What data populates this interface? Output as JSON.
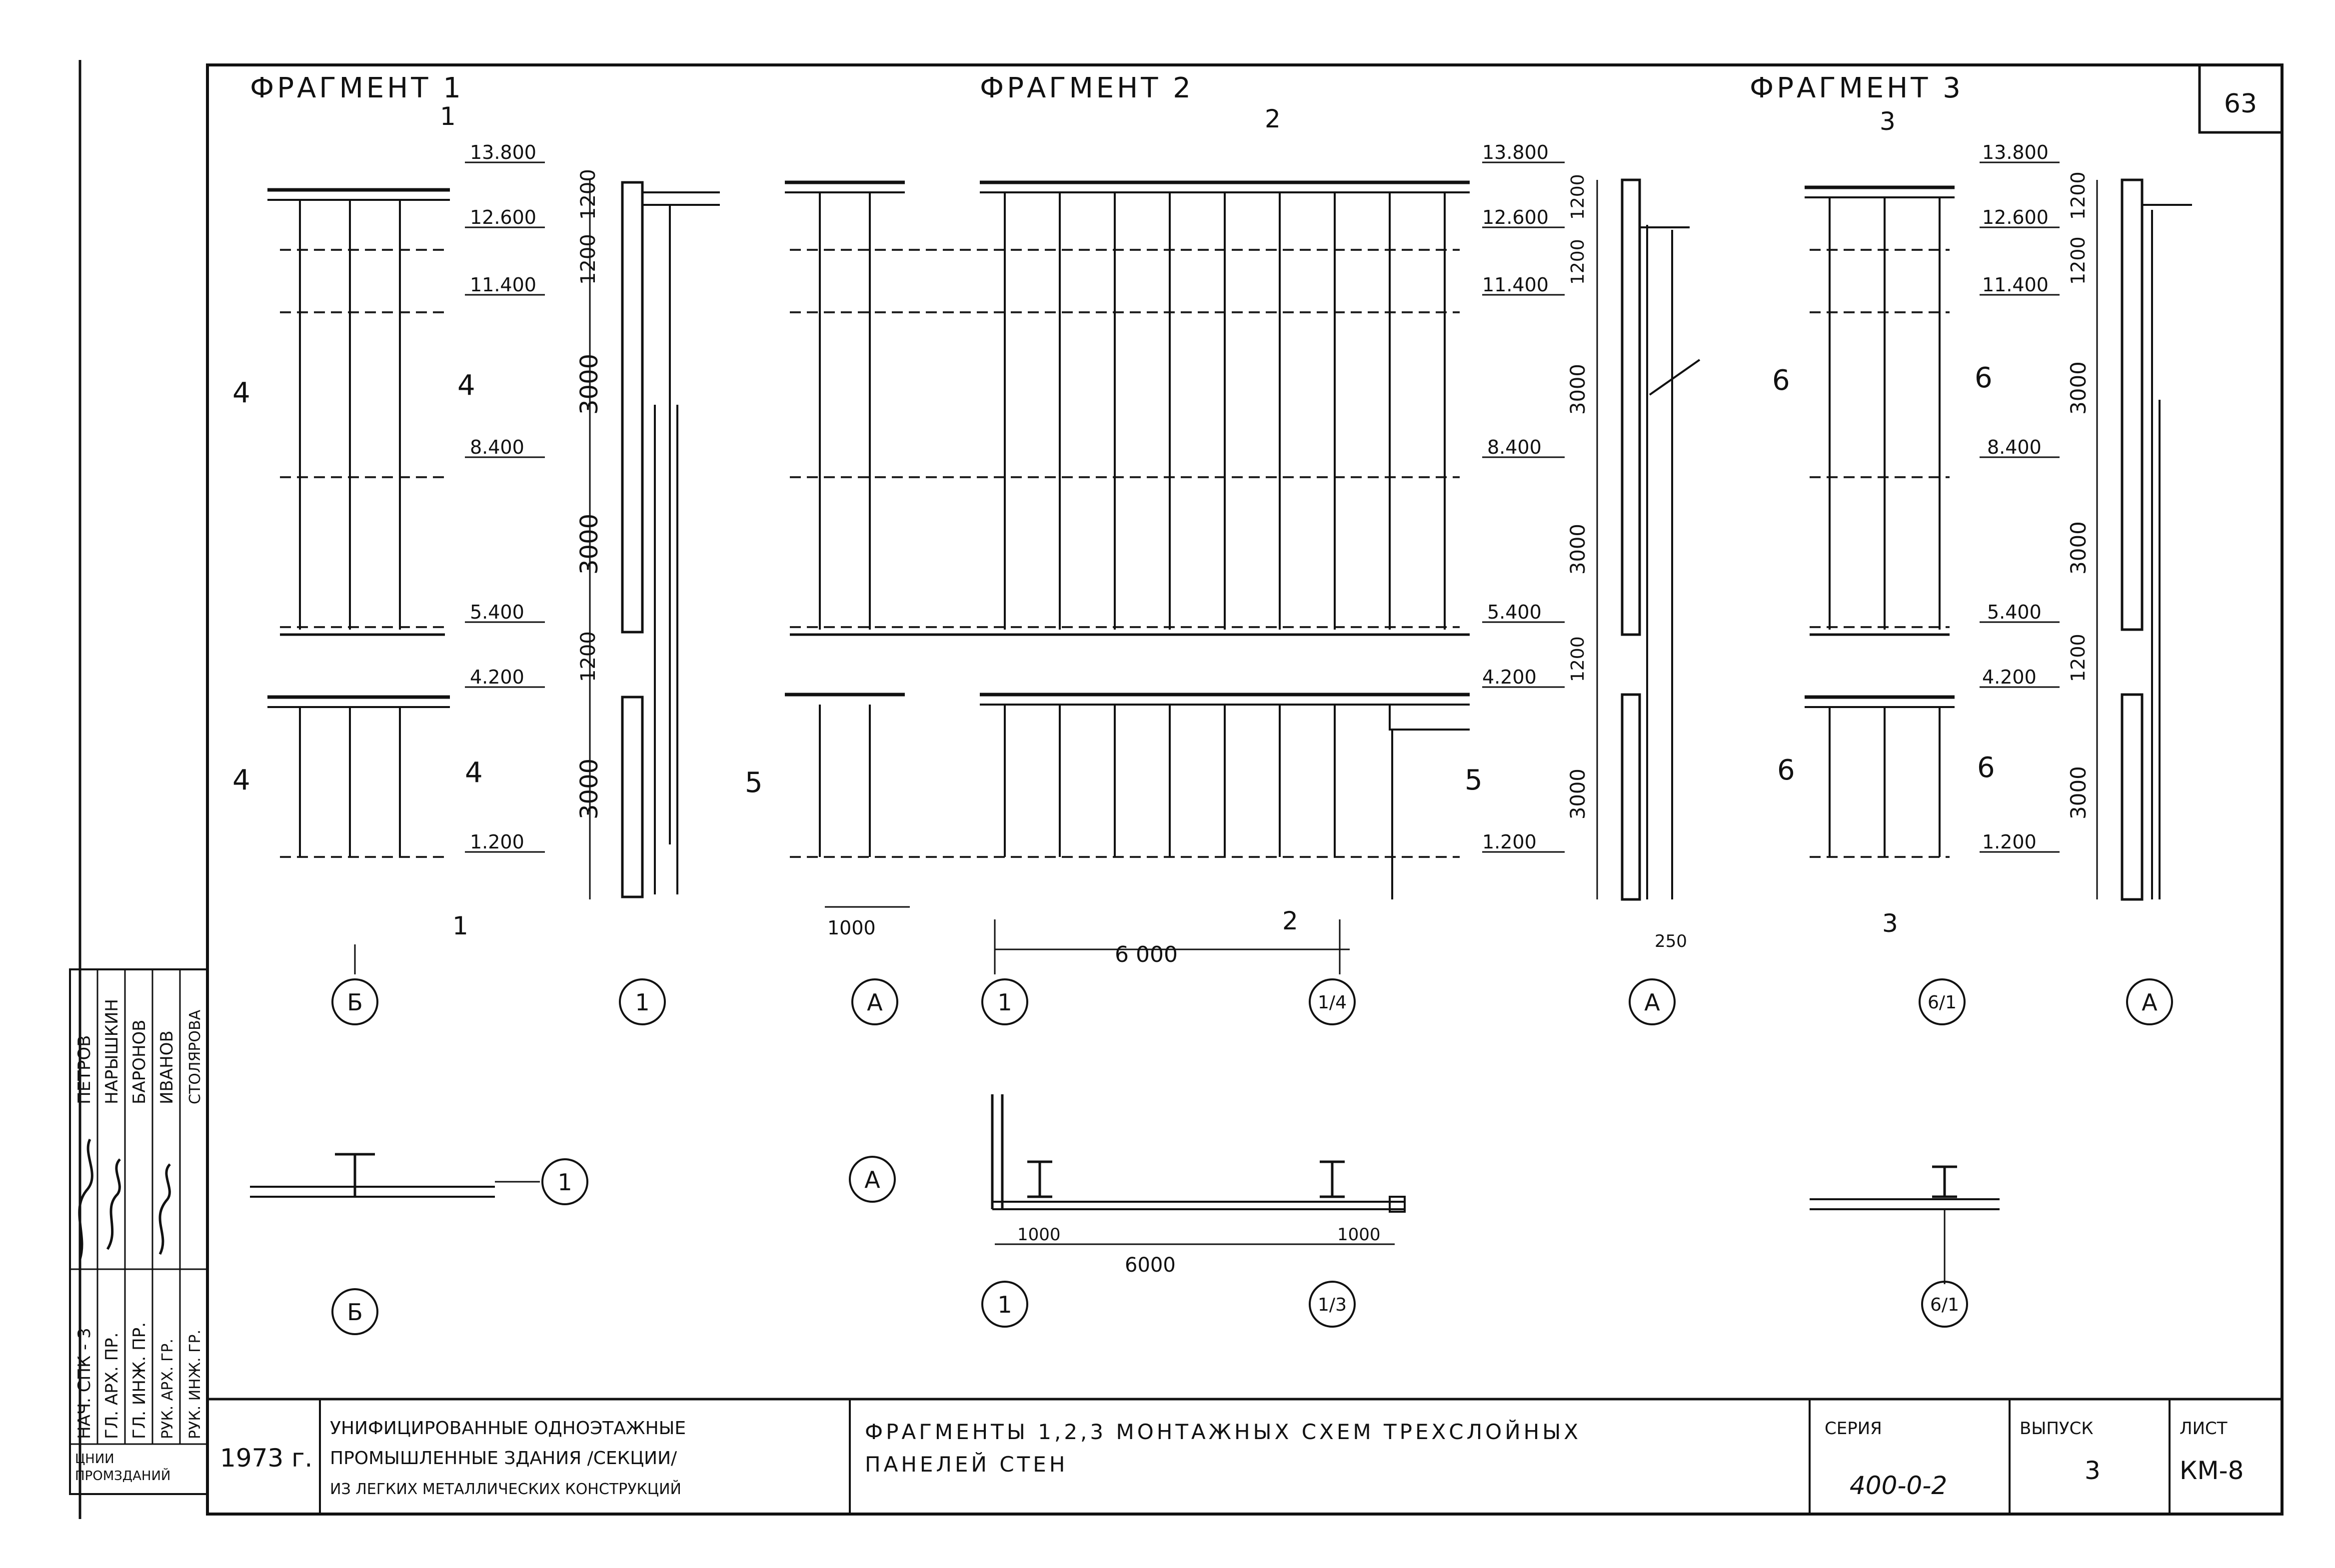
{
  "sheet_number": "63",
  "fragments": [
    {
      "title": "ФРАГМЕНТ 1",
      "section_mark": "1",
      "marks_upper": "4",
      "marks_lower": "4",
      "levels": [
        "13.800",
        "12.600",
        "11.400",
        "8.400",
        "5.400",
        "4.200",
        "1.200"
      ],
      "spans": [
        "1200",
        "1200",
        "3000",
        "3000",
        "1200",
        "3000"
      ],
      "axes": [
        "Б",
        "1",
        "А"
      ],
      "plan_axes": [
        "1",
        "Б"
      ]
    },
    {
      "title": "ФРАГМЕНТ 2",
      "section_mark": "2",
      "marks_lower": "5",
      "levels": [
        "13.800",
        "12.600",
        "11.400",
        "8.400",
        "5.400",
        "4.200",
        "1.200"
      ],
      "spans": [
        "1200",
        "1200",
        "3000",
        "3000",
        "1200",
        "3000"
      ],
      "dims": [
        "1000",
        "6 000",
        "250"
      ],
      "axes": [
        "1",
        "1/4",
        "А"
      ],
      "plan_axes": [
        "А",
        "1",
        "1/3"
      ],
      "plan_dims": [
        "1000",
        "6000",
        "1000"
      ]
    },
    {
      "title": "ФРАГМЕНТ 3",
      "section_mark": "3",
      "marks_upper": "6",
      "marks_lower": "6",
      "levels": [
        "13.800",
        "12.600",
        "11.400",
        "8.400",
        "5.400",
        "4.200",
        "1.200"
      ],
      "spans": [
        "1200",
        "1200",
        "3000",
        "3000",
        "1200",
        "3000"
      ],
      "axes": [
        "6/1",
        "А"
      ],
      "plan_axes": [
        "6/1"
      ]
    }
  ],
  "side_stamp": {
    "roles": [
      "НАЧ. СПК - 3",
      "ГЛ. АРХ. ПР.",
      "ГЛ. ИНЖ. ПР.",
      "РУК. АРХ. ГР.",
      "РУК. ИНЖ. ГР."
    ],
    "names": [
      "ПЕТРОВ",
      "НАРЫШКИН",
      "БАРОНОВ",
      "ИВАНОВ",
      "СТОЛЯРОВА"
    ],
    "footer": "ЦНИИ ПРОМЗДАНИЙ"
  },
  "title_block": {
    "year": "1973 г.",
    "project": [
      "УНИФИЦИРОВАННЫЕ ОДНОЭТАЖНЫЕ",
      "ПРОМЫШЛЕННЫЕ ЗДАНИЯ /СЕКЦИИ/",
      "ИЗ ЛЕГКИХ МЕТАЛЛИЧЕСКИХ КОНСТРУКЦИЙ"
    ],
    "sheet_title": [
      "ФРАГМЕНТЫ 1,2,3 МОНТАЖНЫХ СХЕМ ТРЕХСЛОЙНЫХ",
      "ПАНЕЛЕЙ СТЕН"
    ],
    "series_label": "СЕРИЯ",
    "series_value": "400-0-2",
    "issue_label": "ВЫПУСК",
    "issue_value": "3",
    "sheet_label": "ЛИСТ",
    "sheet_value": "КМ-8"
  }
}
